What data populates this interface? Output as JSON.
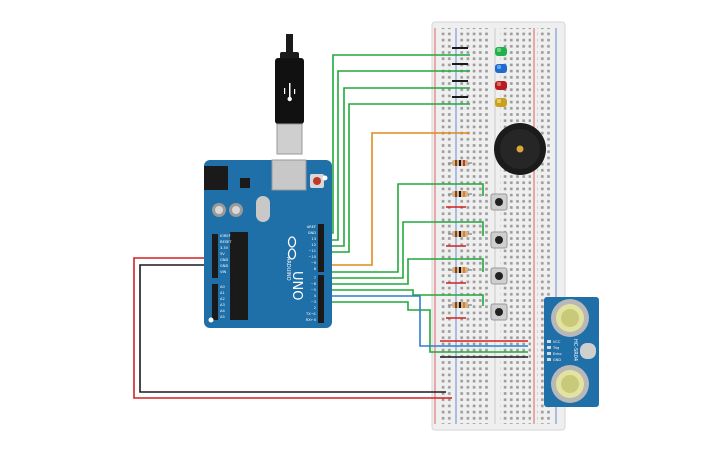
{
  "arduino": {
    "brand": "ARDUINO",
    "model": "UNO",
    "power_labels": [
      "IOREF",
      "RESET",
      "3.3V",
      "5V",
      "GND",
      "GND",
      "VIN"
    ],
    "analog_labels": [
      "A0",
      "A1",
      "A2",
      "A3",
      "A4",
      "A5"
    ],
    "top_digital_labels": [
      "AREF",
      "GND",
      "13",
      "12",
      "~11",
      "~10",
      "~9",
      "8"
    ],
    "bottom_digital_labels": [
      "7",
      "~6",
      "~5",
      "4",
      "~3",
      "2",
      "TX→1",
      "RX←0"
    ]
  },
  "sensor": {
    "model": "HC-SR04",
    "pin_labels": [
      "VCC",
      "Trig",
      "Echo",
      "GND"
    ]
  },
  "colors": {
    "board": "#1f6fa8",
    "breadboard": "#efeff0",
    "wire_green": "#22a83a",
    "wire_orange": "#e08a1e",
    "wire_blue": "#2f7fd0",
    "wire_red": "#d32020",
    "wire_black": "#1a1a1a",
    "led_green": "#22b04a",
    "led_blue": "#1e6bd0",
    "led_red": "#b81d1d",
    "led_yellow": "#c8a21e"
  }
}
